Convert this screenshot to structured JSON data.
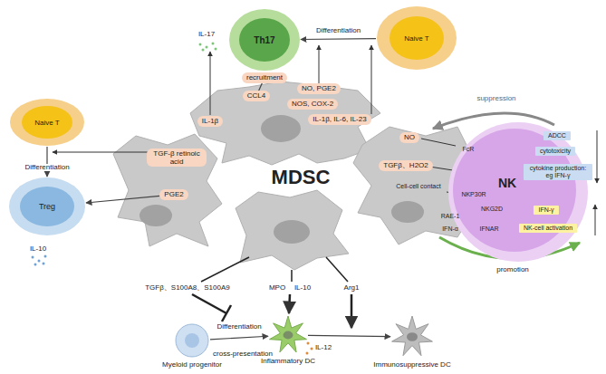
{
  "diagram": {
    "nodes": [
      {
        "text": [
          "Th17"
        ]
      },
      {
        "text": [
          "Naive T"
        ]
      },
      {
        "text": [
          "recruitment"
        ]
      },
      {
        "text": [
          "IL-1β"
        ]
      },
      {
        "text": [
          "CCL4"
        ]
      },
      {
        "text": [
          "NO, PGE2"
        ]
      },
      {
        "text": [
          "NOS, COX-2"
        ]
      },
      {
        "text": [
          "IL-1β, IL-6, IL-23"
        ]
      },
      {
        "text": [
          "Naive T"
        ]
      },
      {
        "text": [
          "Treg"
        ]
      },
      {
        "text": [
          "TGF-β retinoic acid"
        ]
      },
      {
        "text": [
          "PGE2"
        ]
      },
      {
        "text": [
          "NO"
        ]
      },
      {
        "text": [
          "TGFβ、H2O2"
        ]
      },
      {
        "text": [
          "NK"
        ]
      },
      {
        "text": [
          "ADCC"
        ],
        "in": 14
      },
      {
        "text": [
          "cytotoxicity"
        ],
        "in": 14
      },
      {
        "text": [
          "cytokine production: eg IFN-γ"
        ],
        "in": 14
      },
      {
        "text": [
          "IFN-γ"
        ],
        "in": 14
      },
      {
        "text": [
          "NK-cell activation"
        ],
        "in": 14
      },
      {
        "text": [
          "Myeloid progenitor"
        ]
      },
      {
        "text": [
          "Inflammatory DC"
        ]
      },
      {
        "text": [
          "Immunosuppressive DC"
        ]
      }
    ],
    "edges": [
      {
        "from": 1,
        "to": 0,
        "arrow": "to",
        "label": "Differentiation"
      },
      {
        "from": 4,
        "to": 2,
        "arrow": "none"
      },
      {
        "from": 8,
        "to": 9,
        "arrow": "to",
        "label": "Differentiation"
      },
      {
        "from": 11,
        "to": 9,
        "arrow": "to"
      },
      {
        "from": 20,
        "to": 21,
        "arrow": "to",
        "label": "Differentiation"
      },
      {
        "from": 21,
        "to": 22,
        "arrow": "to"
      }
    ],
    "labels": [
      "IL-17",
      "IL-10",
      "MDSC",
      "suppression",
      "FcR",
      "Cell-cell contact",
      "NKP30R",
      "RAE-1",
      "NKG2D",
      "IFN-α",
      "IFNAR",
      "promotion",
      "TGFβ、S100A8、S100A9",
      "MPO",
      "IL-10",
      "Arg1",
      "cross-presentation",
      "IL-12"
    ]
  }
}
